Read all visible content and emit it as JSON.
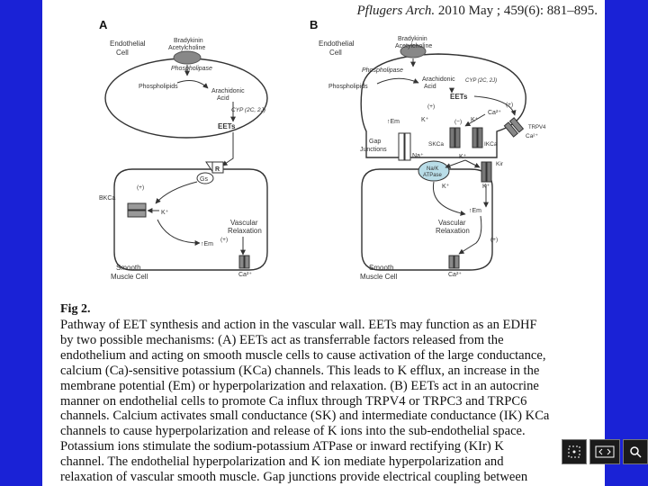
{
  "journal": {
    "name": "Pflugers Arch.",
    "citation": " 2010 May ; 459(6): 881–895."
  },
  "panels": {
    "a": "A",
    "b": "B"
  },
  "diagram_a": {
    "endothelial_cell": [
      "Endothelial",
      "Cell"
    ],
    "agonists": [
      "Bradykinin",
      "Acetylcholine"
    ],
    "phospholipase": "Phospholipase",
    "phospholipids": "Phospholipids",
    "arachidonic_acid": [
      "Arachidonic",
      "Acid"
    ],
    "cyp": "CYP (2C, 2J)",
    "eets": "EETs",
    "receptor": "R",
    "gs": "Gs",
    "skca": "BKCa",
    "k_plus": "K⁺",
    "plus": "(+)",
    "em": "↑Em",
    "plus2": "(+)",
    "vascular": [
      "Vascular",
      "Relaxation"
    ],
    "smooth_muscle": [
      "Smooth",
      "Muscle Cell"
    ],
    "ca": "Ca²⁺"
  },
  "diagram_b": {
    "endothelial_cell": [
      "Endothelial",
      "Cell"
    ],
    "agonists": [
      "Bradykinin",
      "Acetylcholine"
    ],
    "phospholipase": "Phospholipase",
    "phospholipids": "Phospholipids",
    "arachidonic_acid": [
      "Arachidonic",
      "Acid"
    ],
    "cyp": "CYP (2C, 2J)",
    "eets": "EETs",
    "plus_a": "(+)",
    "plus_b": "(+)",
    "minus": "(−)",
    "ca_in": "Ca²⁺",
    "em_top": "↑Em",
    "k_a": "K⁺",
    "k_b": "K⁺",
    "skca": "SKCa",
    "ikca": "IKCa",
    "trpv": "TRPV4",
    "ca_trpv": "Ca²⁺",
    "gap": [
      "Gap",
      "Junctions"
    ],
    "na": "Na⁺",
    "k_c": "K⁺",
    "pump": [
      "Na/K",
      "ATPase"
    ],
    "kir": "Kir",
    "k_d": "K⁺",
    "k_e": "K⁺",
    "em_bottom": "↑Em",
    "vascular": [
      "Vascular",
      "Relaxation"
    ],
    "plus_c": "(+)",
    "smooth_muscle": [
      "Smooth",
      "Muscle Cell"
    ],
    "ca": "Ca²⁺"
  },
  "figure_label": "Fig 2.",
  "caption_lines": [
    "Pathway of EET synthesis and action in the vascular wall. EETs may function as an EDHF",
    "by two possible mechanisms: (A) EETs act as transferrable factors released from the",
    "endothelium and acting on smooth muscle cells to cause activation of the large conductance,",
    "calcium (Ca)-sensitive potassium (KCa) channels. This leads to K efflux, an increase in the",
    "membrane potential (Em) or hyperpolarization and relaxation. (B) EETs act in an autocrine",
    "manner on endothelial cells to promote Ca influx through TRPV4 or TRPC3 and TRPC6",
    "channels. Calcium activates small conductance (SK) and intermediate conductance (IK) KCa",
    "channels to cause hyperpolarization and release of K ions into the sub-endothelial space.",
    "Potassium ions stimulate the sodium-potassium ATPase or inward rectifying (KIr) K",
    "channel. The endothelial hyperpolarization and K ion mediate hyperpolarization and",
    "relaxation of vascular smooth muscle. Gap junctions provide electrical coupling between"
  ],
  "controls": {
    "select_icon": "select-icon",
    "prev_next_icon": "prev-next-icon",
    "zoom_icon": "zoom-icon"
  }
}
